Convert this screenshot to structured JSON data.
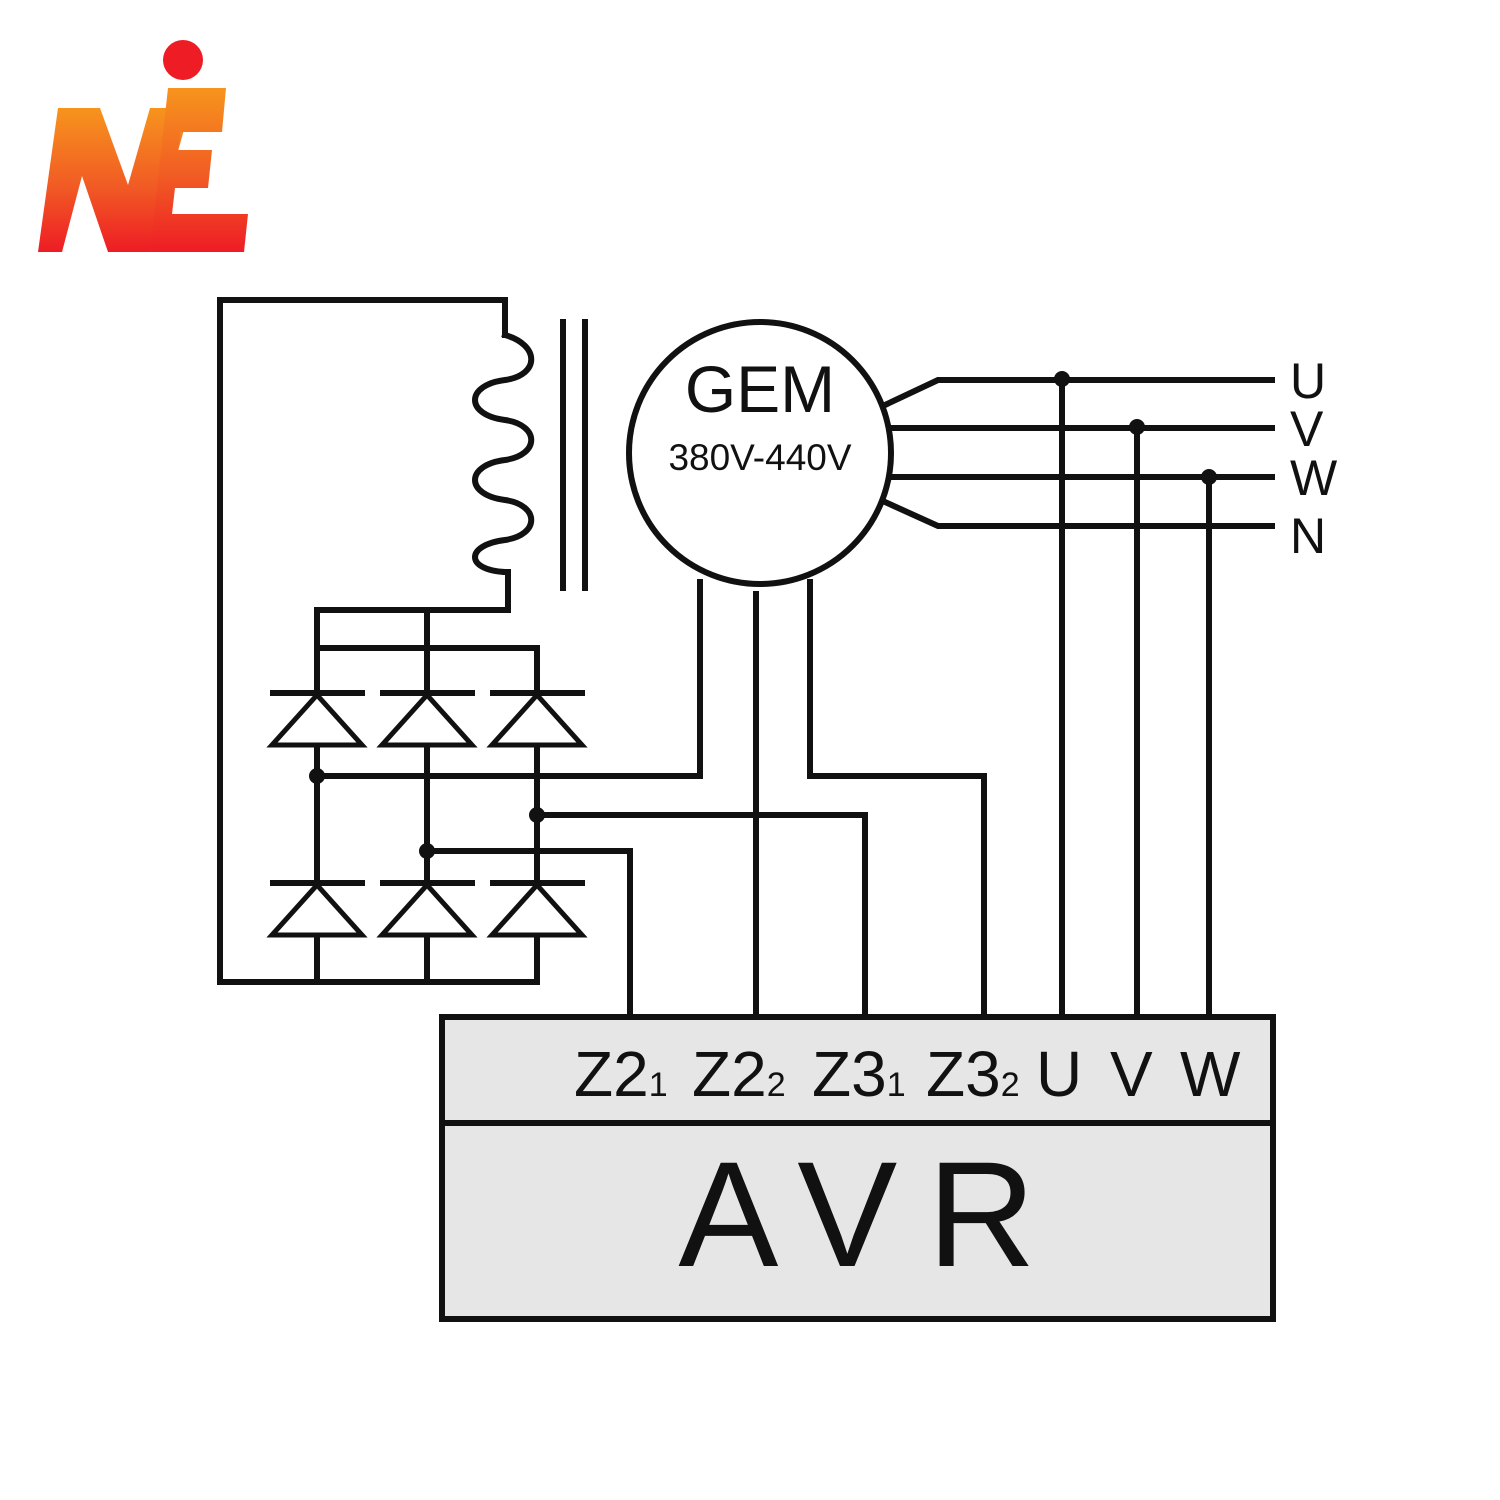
{
  "generator": {
    "name": "GEM",
    "voltage": "380V-440V"
  },
  "phases": [
    "U",
    "V",
    "W",
    "N"
  ],
  "avr": {
    "title": "AVR",
    "terminals": [
      {
        "main": "Z2",
        "sub": "1"
      },
      {
        "main": "Z2",
        "sub": "2"
      },
      {
        "main": "Z3",
        "sub": "1"
      },
      {
        "main": "Z3",
        "sub": "2"
      },
      {
        "main": "U",
        "sub": ""
      },
      {
        "main": "V",
        "sub": ""
      },
      {
        "main": "W",
        "sub": ""
      }
    ]
  },
  "colors": {
    "line": "#111111",
    "avr_fill": "#e6e6e6",
    "logo_red": "#ee1c25",
    "logo_orange": "#f7941d"
  }
}
